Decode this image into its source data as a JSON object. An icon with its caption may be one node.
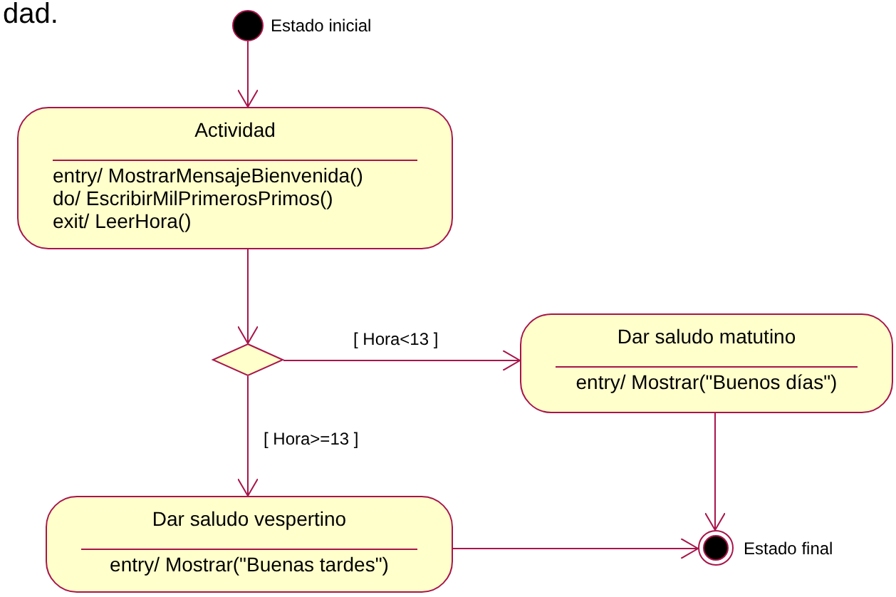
{
  "diagram": {
    "nodes": [
      {
        "text": [],
        "shape": "circle",
        "beside": [
          "Estado inicial"
        ]
      },
      {
        "text": [
          "Actividad",
          "entry/ MostrarMensajeBienvenida()",
          "do/ EscribirMilPrimerosPrimos()",
          "exit/ LeerHora()"
        ]
      },
      {
        "text": [],
        "shape": "diamond"
      },
      {
        "text": [
          "Dar saludo matutino",
          "entry/ Mostrar(\"Buenos días\")"
        ]
      },
      {
        "text": [
          "Dar saludo vespertino",
          "entry/ Mostrar(\"Buenas tardes\")"
        ]
      },
      {
        "text": [],
        "shape": "circle",
        "beside": [
          "Estado final"
        ]
      }
    ],
    "edges": [
      {
        "from": 0,
        "to": 1,
        "arrow": "to"
      },
      {
        "from": 1,
        "to": 2,
        "arrow": "to"
      },
      {
        "from": 2,
        "to": 3,
        "arrow": "to",
        "label": "[ Hora<13 ]"
      },
      {
        "from": 2,
        "to": 4,
        "arrow": "to",
        "label": "[ Hora>=13 ]"
      },
      {
        "from": 3,
        "to": 5,
        "arrow": "to"
      },
      {
        "from": 4,
        "to": 5,
        "arrow": "to"
      }
    ],
    "labels": [
      "dad."
    ]
  }
}
